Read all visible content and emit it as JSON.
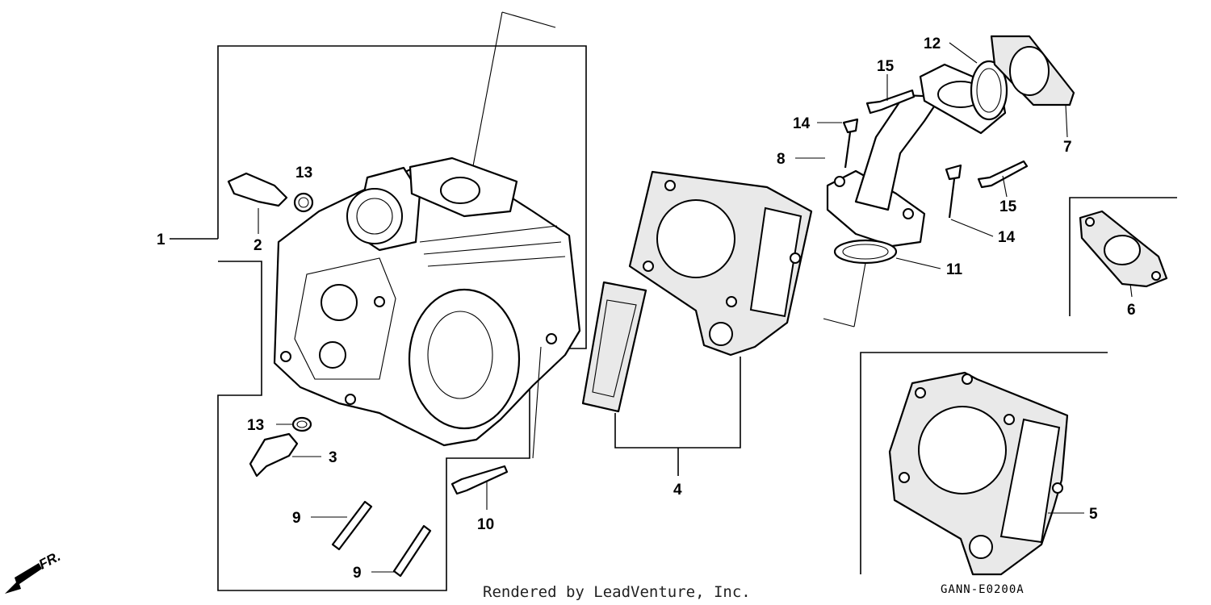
{
  "diagram": {
    "callouts": [
      {
        "id": "1",
        "label": "1"
      },
      {
        "id": "2",
        "label": "2"
      },
      {
        "id": "3",
        "label": "3"
      },
      {
        "id": "4",
        "label": "4"
      },
      {
        "id": "5",
        "label": "5"
      },
      {
        "id": "6",
        "label": "6"
      },
      {
        "id": "7",
        "label": "7"
      },
      {
        "id": "8",
        "label": "8"
      },
      {
        "id": "9a",
        "label": "9"
      },
      {
        "id": "9b",
        "label": "9"
      },
      {
        "id": "10",
        "label": "10"
      },
      {
        "id": "11",
        "label": "11"
      },
      {
        "id": "12",
        "label": "12"
      },
      {
        "id": "13a",
        "label": "13"
      },
      {
        "id": "13b",
        "label": "13"
      },
      {
        "id": "14a",
        "label": "14"
      },
      {
        "id": "14b",
        "label": "14"
      },
      {
        "id": "15a",
        "label": "15"
      },
      {
        "id": "15b",
        "label": "15"
      }
    ],
    "direction_label": "FR.",
    "diagram_code": "GANN-E0200A",
    "credit": "Rendered by LeadVenture, Inc."
  }
}
